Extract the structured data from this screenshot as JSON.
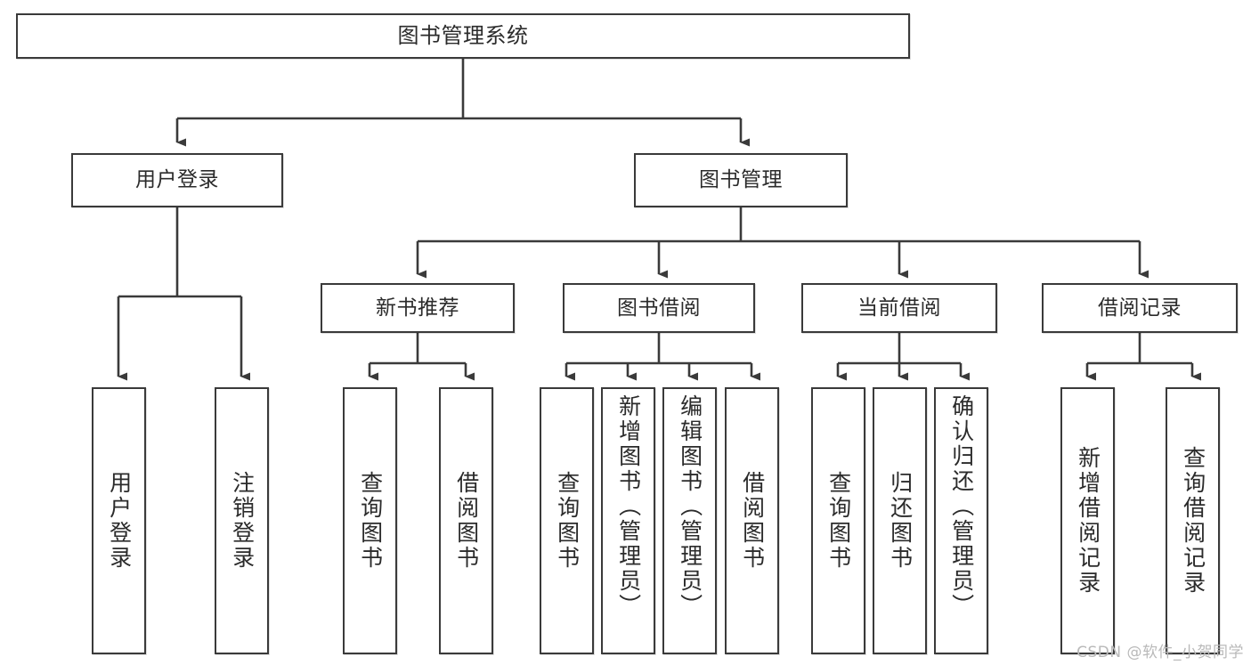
{
  "diagram": {
    "title": "图书管理系统",
    "type": "tree",
    "watermark": "CSDN @软件_小贺同学",
    "colors": {
      "background": "#ffffff",
      "node_border": "#3a3a3a",
      "node_fill": "#ffffff",
      "edge": "#3a3a3a",
      "text": "#2b2b2b",
      "watermark": "#b9b9b9"
    },
    "nodes": {
      "root": {
        "label": "图书管理系统"
      },
      "level2": [
        {
          "id": "user-login",
          "label": "用户登录"
        },
        {
          "id": "book-manage",
          "label": "图书管理"
        }
      ],
      "level3": [
        {
          "id": "new-book-rec",
          "label": "新书推荐"
        },
        {
          "id": "book-borrow",
          "label": "图书借阅"
        },
        {
          "id": "current-borrow",
          "label": "当前借阅"
        },
        {
          "id": "borrow-record",
          "label": "借阅记录"
        }
      ],
      "leaves": [
        {
          "id": "leaf-user-login",
          "label": "用户登录",
          "parent": "user-login"
        },
        {
          "id": "leaf-logout",
          "label": "注销登录",
          "parent": "user-login"
        },
        {
          "id": "leaf-query-book-1",
          "label": "查询图书",
          "parent": "new-book-rec"
        },
        {
          "id": "leaf-borrow-book-1",
          "label": "借阅图书",
          "parent": "new-book-rec"
        },
        {
          "id": "leaf-query-book-2",
          "label": "查询图书",
          "parent": "book-borrow"
        },
        {
          "id": "leaf-add-book",
          "label": "新增图书（管理员）",
          "parent": "book-borrow"
        },
        {
          "id": "leaf-edit-book",
          "label": "编辑图书（管理员）",
          "parent": "book-borrow"
        },
        {
          "id": "leaf-borrow-book-2",
          "label": "借阅图书",
          "parent": "book-borrow"
        },
        {
          "id": "leaf-query-book-3",
          "label": "查询图书",
          "parent": "current-borrow"
        },
        {
          "id": "leaf-return-book",
          "label": "归还图书",
          "parent": "current-borrow"
        },
        {
          "id": "leaf-confirm-return",
          "label": "确认归还（管理员）",
          "parent": "current-borrow"
        },
        {
          "id": "leaf-add-record",
          "label": "新增借阅记录",
          "parent": "borrow-record"
        },
        {
          "id": "leaf-query-record",
          "label": "查询借阅记录",
          "parent": "borrow-record"
        }
      ]
    }
  }
}
